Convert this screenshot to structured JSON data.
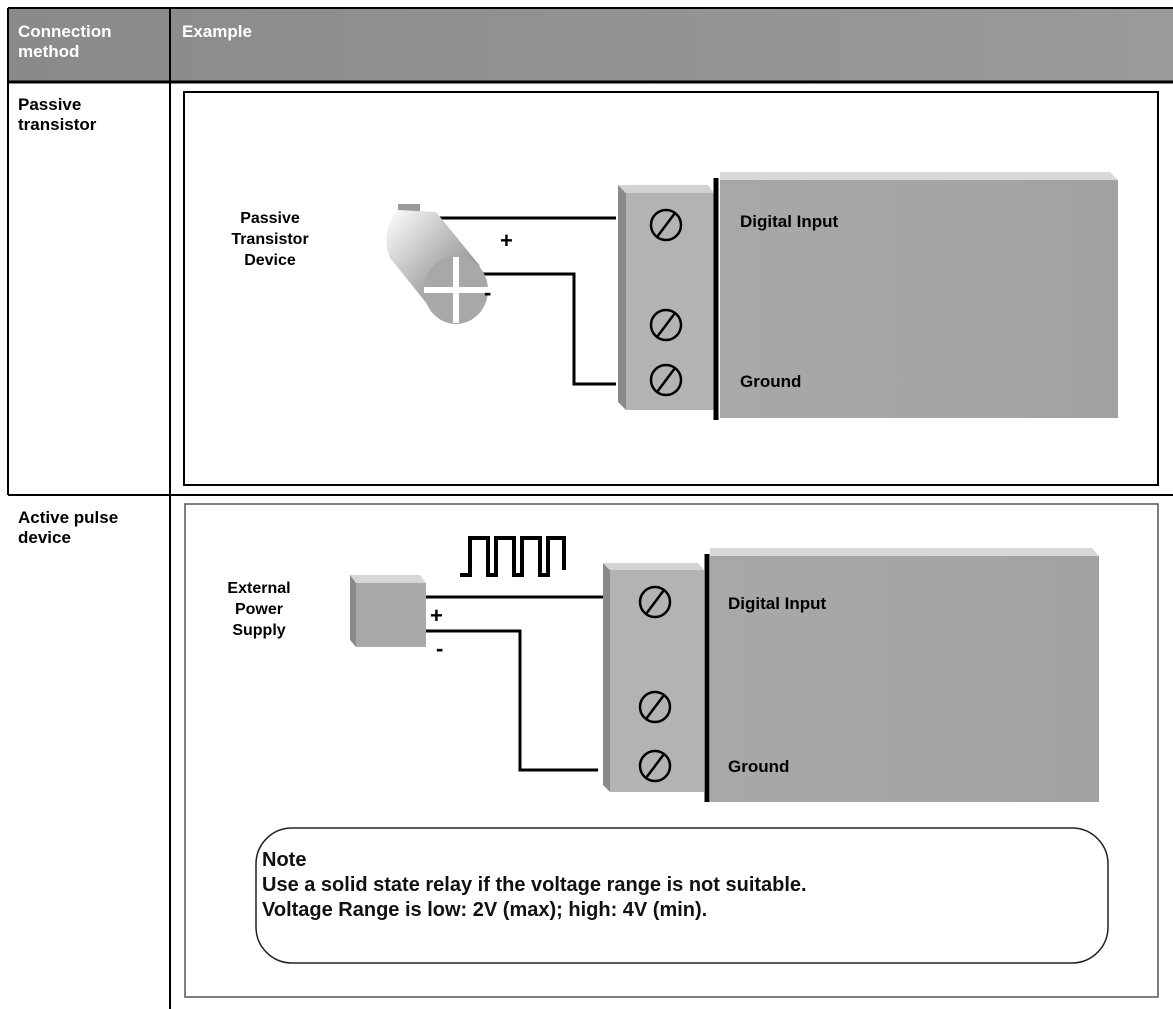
{
  "table": {
    "header": {
      "col1_line1": "Connection",
      "col1_line2": "method",
      "col2": "Example"
    },
    "rows": [
      {
        "method_line1": "Passive",
        "method_line2": "transistor",
        "diagram": {
          "device_label": [
            "Passive",
            "Transistor",
            "Device"
          ],
          "plus": "+",
          "minus": "-",
          "digital_input": "Digital Input",
          "ground": "Ground"
        }
      },
      {
        "method_line1": "Active pulse",
        "method_line2": "device",
        "diagram": {
          "device_label": [
            "External",
            "Power",
            "Supply"
          ],
          "plus": "+",
          "minus": "-",
          "digital_input": "Digital Input",
          "ground": "Ground",
          "note": {
            "title": "Note",
            "line1": "Use a solid state relay if the voltage range is not suitable.",
            "line2": "Voltage Range is low: 2V (max); high: 4V (min)."
          }
        }
      }
    ]
  },
  "colors": {
    "header_bg": "#8f8f8f",
    "terminal_gray": "#b5b5b5",
    "block_gray": "#a9a9a9"
  }
}
